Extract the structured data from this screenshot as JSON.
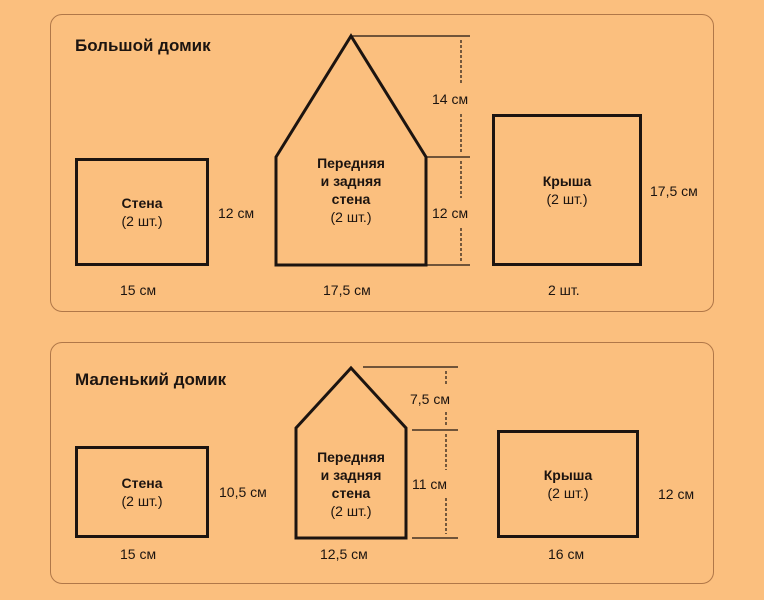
{
  "big": {
    "title": "Большой домик",
    "wall": {
      "name": "Стена",
      "count": "(2 шт.)",
      "width": "15 см",
      "height": "12 см"
    },
    "front": {
      "name_1": "Передняя",
      "name_2": "и задняя",
      "name_3": "стена",
      "count": "(2 шт.)",
      "width": "17,5 см",
      "roof_height": "14 см",
      "wall_height": "12 см"
    },
    "roof": {
      "name": "Крыша",
      "count": "(2 шт.)",
      "width": "2 шт.",
      "height": "17,5 см"
    }
  },
  "small": {
    "title": "Маленький домик",
    "wall": {
      "name": "Стена",
      "count": "(2 шт.)",
      "width": "15 см",
      "height": "10,5 см"
    },
    "front": {
      "name_1": "Передняя",
      "name_2": "и задняя",
      "name_3": "стена",
      "count": "(2 шт.)",
      "width": "12,5 см",
      "roof_height": "7,5 см",
      "wall_height": "11 см"
    },
    "roof": {
      "name": "Крыша",
      "count": "(2 шт.)",
      "width": "16 см",
      "height": "12 см"
    }
  }
}
